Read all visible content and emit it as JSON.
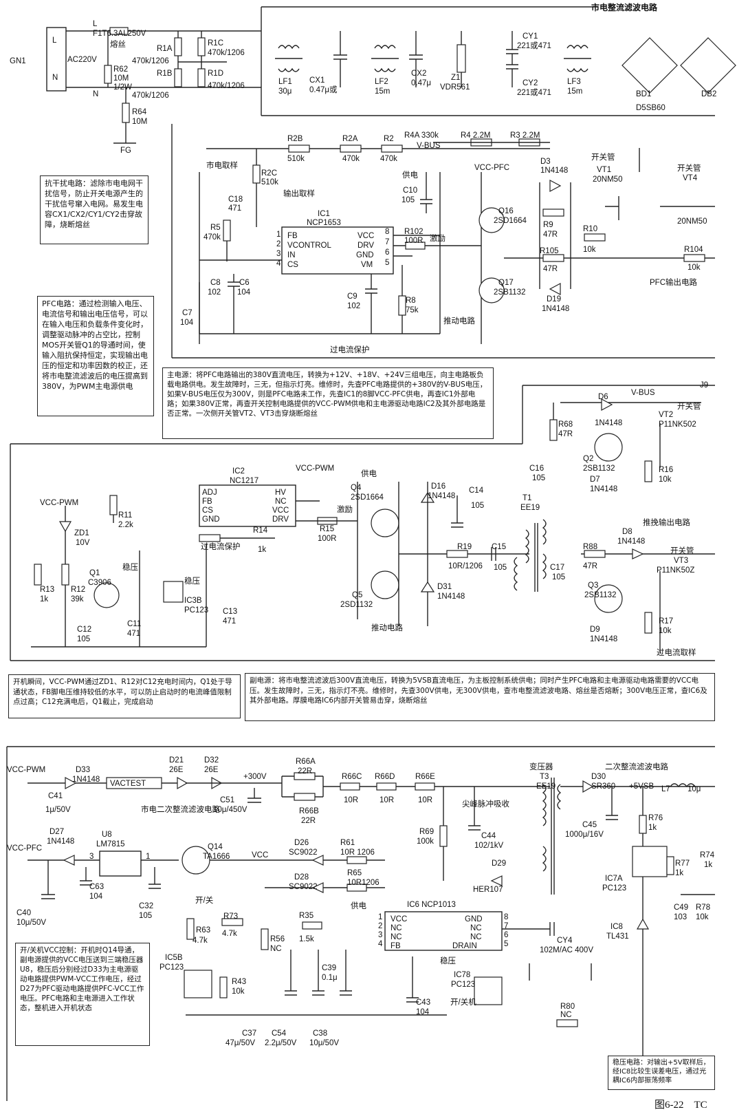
{
  "sections": {
    "rectifier_filter": "市电整流滤波电路",
    "pfc_output": "PFC输出电路",
    "push_pull_output": "推挽输出电路",
    "secondary_rectifier": "二次整流滤波电路",
    "mains_secondary_rectifier": "市电二次整流滤波电路",
    "drive_1": "推动电路",
    "drive_2": "推动电路",
    "overcurrent_protect_1": "过电流保护",
    "overcurrent_protect_2": "过电流保护",
    "overcurrent_sample": "过电流取样",
    "mains_sample": "市电取样",
    "output_sample": "输出取样",
    "spike_absorb": "尖峰脉冲吸收",
    "transformer": "变压器"
  },
  "notes": {
    "anti_interference": "抗干扰电路：滤除市电电网干扰信号，防止开关电源产生的干扰信号窜入电网。易发生电容CX1/CX2/CY1/CY2击穿故障，烧断熔丝",
    "pfc": "PFC电路：通过检测输入电压、电流信号和输出电压信号，可以在输入电压和负载条件变化时，调整驱动脉冲的占空比，控制MOS开关管Q1的导通时间，使输入阻抗保持恒定，实现输出电压的恒定和功率因数的校正，还将市电整流滤波后的电压提高到380V，为PWM主电源供电",
    "main_power": "主电源：将PFC电路输出的380V直流电压，转换为+12V、+18V、+24V三组电压，向主电路板负载电路供电。发生故障时，三无，但指示灯亮。维修时，先查PFC电路提供的+380V的V-BUS电压，如果V-BUS电压仅为300V，则是PFC电路未工作，先查IC1的8脚VCC-PFC供电，再查IC1外部电路；如果380V正常，再查开关控制电路提供的VCC-PWM供电和主电源驱动电路IC2及其外部电路是否正常。一次侧开关管VT2、VT3击穿烧断熔丝",
    "startup": "开机瞬间，VCC-PWM通过ZD1、R12对C12充电时间内，Q1处于导通状态，FB脚电压维持较低的水平，可以防止启动时的电流峰值限制点过高；C12充满电后，Q1截止，完成启动",
    "aux_power": "副电源：将市电整流滤波后300V直流电压，转换为5VSB直流电压，为主板控制系统供电；同时产生PFC电路和主电源驱动电路需要的VCC电压。发生故障时，三无，指示灯不亮。维修时，先查300V供电，无300V供电，查市电整流滤波电路、熔丝是否熔断；300V电压正常，查IC6及其外部电路。厚膜电路IC6内部开关管易击穿，烧断熔丝",
    "onoff": "开/关机VCC控制：开机时Q14导通，副电源提供的VCC电压送到三端稳压器U8，稳压后分别经过D33为主电源驱动电路提供PWM-VCC工作电压，经过D27为PFC驱动电路提供PFC-VCC工作电压。PFC电路和主电源进入工作状态，整机进入开机状态",
    "regulation": "稳压电路：对输出+5V取样后，经IC8比较生误差电压，通过光耦IC6内部振荡频率"
  },
  "caption": "图6-22　TC",
  "labels": {
    "GN1": "GN1",
    "L": "L",
    "N": "N",
    "F1": "F1T6.3AL250V",
    "fuse": "熔丝",
    "AC220V": "AC220V",
    "R62": "R62",
    "R62v": "10M",
    "R62w": "1/2W",
    "R64": "R64",
    "R64v": "10M",
    "FG": "FG",
    "R1A": "R1A",
    "R1B": "R1B",
    "R1Av": "470k/1206",
    "R1Bv": "470k/1206",
    "R1C": "R1C",
    "R1Cv": "470k/1206",
    "R1D": "R1D",
    "R1Dv": "470k/1206",
    "LF1": "LF1",
    "LF1v": "30μ",
    "CX1": "CX1",
    "CX1v": "0.47μ或",
    "LF2": "LF2",
    "LF2v": "15m",
    "CX2": "CX2",
    "CX2v": "0.47μ",
    "Z1": "Z1",
    "Z1v": "VDR561",
    "CY1": "CY1",
    "CY1v": "221或471",
    "CY2": "CY2",
    "CY2v": "221或471",
    "LF3": "LF3",
    "LF3v": "15m",
    "BD1": "BD1",
    "DB2": "DB2",
    "D5SB60": "D5SB60",
    "R2B": "R2B",
    "R2Bv": "510k",
    "R2A": "R2A",
    "R2Av": "470k",
    "R2": "R2",
    "R2v": "470k",
    "R4A": "R4A 330k",
    "VBUS1": "V-BUS",
    "R4": "R4 2.2M",
    "R3": "R3 2.2M",
    "R2C": "R2C",
    "R2Cv": "510k",
    "C18": "C18",
    "C18v": "471",
    "R5": "R5",
    "R5v": "470k",
    "C8": "C8",
    "C8v": "102",
    "C6": "C6",
    "C6v": "104",
    "C7": "C7",
    "C7v": "104",
    "IC1": "IC1",
    "IC1p": "NCP1653",
    "FB": "FB",
    "VCONTROL": "VCONTROL",
    "IN": "IN",
    "CS": "CS",
    "VCC": "VCC",
    "DRV": "DRV",
    "GND": "GND",
    "VM": "VM",
    "p1": "1",
    "p2": "2",
    "p3": "3",
    "p4": "4",
    "p5": "5",
    "p6": "6",
    "p7": "7",
    "p8": "8",
    "VCCPFC": "VCC-PFC",
    "supply": "供电",
    "C10": "C10",
    "C10v": "105",
    "R102": "R102",
    "R102v": "100R",
    "excite": "激励",
    "C9": "C9",
    "C9v": "102",
    "R8": "R8",
    "R8v": "75k",
    "Q16": "Q16",
    "Q16v": "2SD1664",
    "Q17": "Q17",
    "Q17v": "2SB1132",
    "D3": "D3",
    "D3v": "1N4148",
    "R9": "R9",
    "R9v": "47R",
    "R105": "R105",
    "R105v": "47R",
    "D19": "D19",
    "D19v": "1N4148",
    "R10": "R10",
    "R10v": "10k",
    "R104": "R104",
    "R104v": "10k",
    "VT1t": "开关管",
    "VT1": "VT1",
    "VT1v": "20NM50",
    "VT4t": "开关管",
    "VT4": "VT4",
    "VT4v": "20NM50",
    "VBUS2": "V-BUS",
    "J9": "J9",
    "D6": "D6",
    "D6v": "1N4148",
    "R68": "R68",
    "R68v": "47R",
    "VT2t": "开关管",
    "VT2": "VT2",
    "VT2v": "P11NK502",
    "Q2": "Q2",
    "Q2v": "2SB1132",
    "D7": "D7",
    "D7v": "1N4148",
    "C16": "C16",
    "C16v": "105",
    "R16": "R16",
    "R16v": "10k",
    "IC2": "IC2",
    "IC2p": "NC1217",
    "ADJ": "ADJ",
    "FB2": "FB",
    "CS2": "CS",
    "GND2": "GND",
    "HV": "HV",
    "NC2": "NC",
    "VCC2": "VCC",
    "DRV2": "DRV",
    "VCCPWM": "VCC-PWM",
    "supply2": "供电",
    "Q4": "Q4",
    "Q4v": "2SD1664",
    "D16": "D16",
    "D16v": "1N4148",
    "C14": "C14",
    "C14v": "105",
    "excite2": "激励",
    "R15": "R15",
    "R15v": "100R",
    "R11": "R11",
    "R11v": "2.2k",
    "VCCPWM2": "VCC-PWM",
    "ZD1": "ZD1",
    "ZD1v": "10V",
    "R14": "R14",
    "R14v": "1k",
    "stab": "稳压",
    "stab2": "稳压",
    "IC3B": "IC3B",
    "IC3Bv": "PC123",
    "C13": "C13",
    "C13v": "471",
    "R13": "R13",
    "R13v": "1k",
    "R12": "R12",
    "R12v": "39k",
    "Q1": "Q1",
    "Q1v": "C3906",
    "C12": "C12",
    "C12v": "105",
    "C11": "C11",
    "C11v": "471",
    "R19": "R19",
    "R19v": "10R/1206",
    "C15": "C15",
    "C15v": "105",
    "Q5": "Q5",
    "Q5v": "2SD1132",
    "D31": "D31",
    "D31v": "1N4148",
    "T1": "T1",
    "T1v": "EE19",
    "C17": "C17",
    "C17v": "105",
    "R88": "R88",
    "R88v": "47R",
    "D8": "D8",
    "D8v": "1N4148",
    "VT3t": "开关管",
    "VT3": "VT3",
    "VT3v": "P11NK50Z",
    "Q3": "Q3",
    "Q3v": "2SB1132",
    "D9": "D9",
    "D9v": "1N4148",
    "R17": "R17",
    "R17v": "10k",
    "VCCPWM3": "VCC-PWM",
    "D33": "D33",
    "D33v": "1N4148",
    "C41": "C41",
    "C41v": "1μ/50V",
    "D21": "D21",
    "D21v": "26E",
    "D32": "D32",
    "D32v": "26E",
    "VACTEST": "VACTEST",
    "V300": "+300V",
    "C51": "C51",
    "C51v": "10μ/450V",
    "R66A": "R66A",
    "R66Av": "22R",
    "R66B": "R66B",
    "R66Bv": "22R",
    "R66C": "R66C",
    "R66Cv": "10R",
    "R66D": "R66D",
    "R66Dv": "10R",
    "R66E": "R66E",
    "R66Ev": "10R",
    "R69": "R69",
    "R69v": "100k",
    "C44": "C44",
    "C44v": "102/1kV",
    "D29": "D29",
    "HER107": "HER107",
    "T3": "T3",
    "T3v": "EE19",
    "D30": "D30",
    "D30v": "SR360",
    "V5VSB": "+5VSB",
    "L7": "L7",
    "L7v": "10μ",
    "C45": "C45",
    "C45v": "1000μ/16V",
    "R76": "R76",
    "R76v": "1k",
    "R77": "R77",
    "R77v": "1k",
    "R74": "R74",
    "R74v": "1k",
    "IC7A": "IC7A",
    "IC7Av": "PC123",
    "C49": "C49",
    "C49v": "103",
    "R78": "R78",
    "R78v": "10k",
    "IC8": "IC8",
    "IC8v": "TL431",
    "D27": "D27",
    "D27v": "1N4148",
    "VCCPFC2": "VCC-PFC",
    "U8": "U8",
    "U8v": "LM7815",
    "u3": "3",
    "u1": "1",
    "C63": "C63",
    "C63v": "104",
    "C40": "C40",
    "C40v": "10μ/50V",
    "C32": "C32",
    "C32v": "105",
    "Q14": "Q14",
    "Q14v": "TA1666",
    "VCCn": "VCC",
    "D26": "D26",
    "D26v": "SC9022",
    "R61": "R61",
    "R61v": "10R 1206",
    "D28": "D28",
    "D28v": "SC9022",
    "R65": "R65",
    "R65v": "10R1206",
    "onoff": "开/关",
    "R63": "R63",
    "R63v": "4.7k",
    "R73": "R73",
    "R73v": "4.7k",
    "R56": "R56",
    "R56v": "NC",
    "R35": "R35",
    "R35v": "1.5k",
    "supply3": "供电",
    "IC6": "IC6 NCP1013",
    "VCC6": "VCC",
    "NC6a": "NC",
    "NC6b": "NC",
    "FB6": "FB",
    "GND6": "GND",
    "NC6c": "NC",
    "NC6d": "NC",
    "DRAIN": "DRAIN",
    "q1": "1",
    "q2": "2",
    "q3": "3",
    "q4": "4",
    "q5": "5",
    "q6": "6",
    "q7": "7",
    "q8": "8",
    "CY4": "CY4",
    "CY4v": "102M/AC 400V",
    "IC5B": "IC5B",
    "IC5Bv": "PC123",
    "R43": "R43",
    "R43v": "10k",
    "C39": "C39",
    "C39v": "0.1μ",
    "stab3": "稳压",
    "IC78": "IC78",
    "IC78v": "PC123",
    "onoff2": "开/关机",
    "C43": "C43",
    "C43v": "104",
    "R80": "R80",
    "R80v": "NC",
    "C37": "C37",
    "C37v": "47μ/50V",
    "C54": "C54",
    "C54v": "2.2μ/50V",
    "C38": "C38",
    "C38v": "10μ/50V"
  }
}
